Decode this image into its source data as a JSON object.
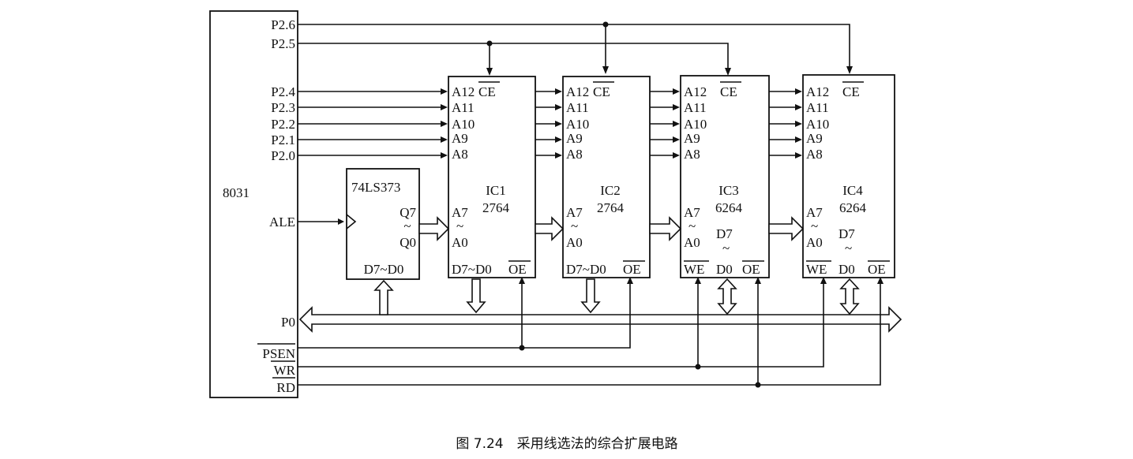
{
  "figure": {
    "caption": "图 7.24　采用线选法的综合扩展电路"
  },
  "cpu": {
    "name": "8031",
    "pins": {
      "p26": "P2.6",
      "p25": "P2.5",
      "p24": "P2.4",
      "p23": "P2.3",
      "p22": "P2.2",
      "p21": "P2.1",
      "p20": "P2.0",
      "ale": "ALE",
      "p0": "P0",
      "psen": "PSEN",
      "wr": "WR",
      "rd": "RD"
    }
  },
  "latch": {
    "name": "74LS373",
    "q_hi": "Q7",
    "tilde": "~",
    "q_lo": "Q0",
    "d": "D7~D0"
  },
  "chips": [
    {
      "id": "IC1",
      "part": "2764",
      "a12": "A12",
      "ce": "CE",
      "a11": "A11",
      "a10": "A10",
      "a9": "A9",
      "a8": "A8",
      "a7": "A7",
      "tilde": "~",
      "a0": "A0",
      "data": "D7~D0",
      "oe": "OE"
    },
    {
      "id": "IC2",
      "part": "2764",
      "a12": "A12",
      "ce": "CE",
      "a11": "A11",
      "a10": "A10",
      "a9": "A9",
      "a8": "A8",
      "a7": "A7",
      "tilde": "~",
      "a0": "A0",
      "data": "D7~D0",
      "oe": "OE"
    },
    {
      "id": "IC3",
      "part": "6264",
      "a12": "A12",
      "ce": "CE",
      "a11": "A11",
      "a10": "A10",
      "a9": "A9",
      "a8": "A8",
      "a7": "A7",
      "tilde": "~",
      "a0": "A0",
      "d7": "D7",
      "d0": "D0",
      "we": "WE",
      "oe": "OE"
    },
    {
      "id": "IC4",
      "part": "6264",
      "a12": "A12",
      "ce": "CE",
      "a11": "A11",
      "a10": "A10",
      "a9": "A9",
      "a8": "A8",
      "a7": "A7",
      "tilde": "~",
      "a0": "A0",
      "d7": "D7",
      "d0": "D0",
      "we": "WE",
      "oe": "OE"
    }
  ]
}
